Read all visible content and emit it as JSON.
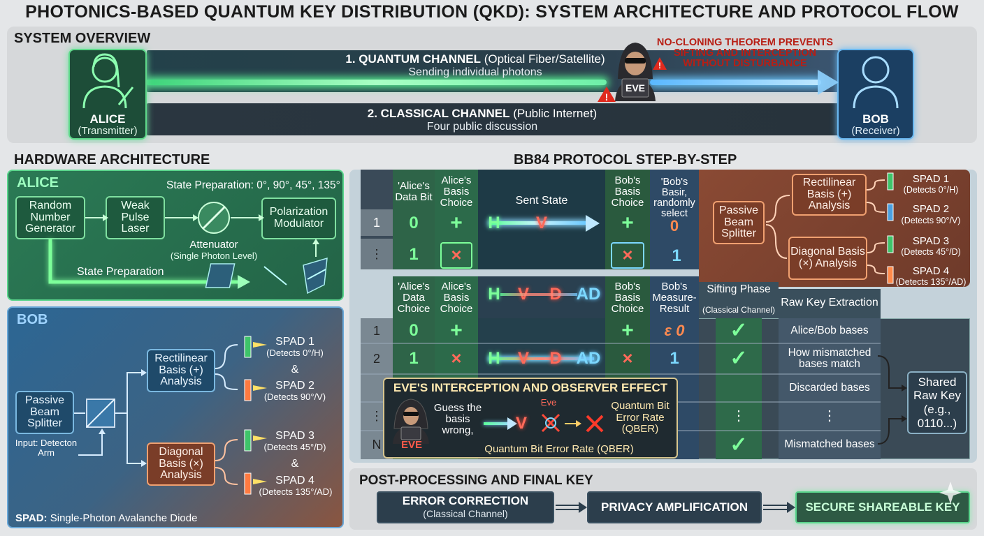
{
  "title": "PHOTONICS-BASED QUANTUM KEY DISTRIBUTION (QKD): SYSTEM ARCHITECTURE AND PROTOCOL FLOW",
  "overview": {
    "heading": "SYSTEM OVERVIEW",
    "alice_name": "ALICE",
    "alice_role": "(Transmitter)",
    "bob_name": "BOB",
    "bob_role": "(Receiver)",
    "quantum_channel_title": "1. QUANTUM CHANNEL",
    "quantum_channel_note": "(Optical Fiber/Satellite)",
    "quantum_channel_sub": "Sending individual photons",
    "classical_channel_title": "2. CLASSICAL CHANNEL",
    "classical_channel_note": "(Public Internet)",
    "classical_channel_sub": "Four public discussion",
    "eve_label": "EVE",
    "no_cloning": "NO-CLONING THEOREM PREVENTS SIFTING AND INTERCEPTION WITHOUT DISTURBANCE"
  },
  "hardware": {
    "heading": "HARDWARE ARCHITECTURE",
    "alice": {
      "label": "ALICE",
      "state_prep_title": "State Preparation: 0°, 90°, 45°, 135°",
      "rng": "Random Number Generator",
      "laser": "Weak Pulse Laser",
      "attenuator": "Attenuator",
      "attenuator_note": "(Single Photon Level)",
      "modulator": "Polarization Modulator",
      "state_prep": "State Preparation"
    },
    "bob": {
      "label": "BOB",
      "splitter": "Passive Beam Splitter",
      "input": "Input: Detecton Arm",
      "rect": "Rectilinear Basis (+) Analysis",
      "diag": "Diagonal Basis (×) Analysis",
      "spad1": "SPAD 1",
      "spad1_note": "(Detects 0°/H)",
      "spad2": "SPAD 2",
      "spad2_note": "(Detects 90°/V)",
      "spad3": "SPAD 3",
      "spad3_note": "(Detects 45°/D)",
      "spad4": "SPAD 4",
      "spad4_note": "(Detects 135°/AD)",
      "amp": "&",
      "legend_key": "SPAD:",
      "legend_text": "Single-Photon Avalanche Diode"
    }
  },
  "bb84": {
    "heading": "BB84 PROTOCOL STEP-BY-STEP",
    "top_headers": [
      "'Alice's Data Bit",
      "Alice's Basis Choice",
      "Sent State",
      "Bob's Basis Choice",
      "'Bob's Basir, randomly select"
    ],
    "top_row1": {
      "num": "1",
      "bit": "0",
      "basis": "+",
      "s1": "H",
      "s2": "V",
      "bob_basis": "+",
      "bob_bit": "0"
    },
    "top_row2": {
      "num": "⋮",
      "bit": "1",
      "basis": "×",
      "bob_basis": "×",
      "bob_bit": "1"
    },
    "mid_headers": [
      "'Alice's Data Choice",
      "Alice's Basis Choice",
      "Bob's Basis Choice",
      "Bob's Measure-Result",
      "Sifting Phase",
      "(Classical Channel)",
      "Raw Key Extraction"
    ],
    "mid_states": [
      "H",
      "V",
      "D",
      "AD"
    ],
    "rows": [
      {
        "num": "1",
        "bit": "0",
        "basis": "+",
        "bob_basis": "+",
        "result": "ε 0",
        "check": "✓",
        "raw": "Alice/Bob bases"
      },
      {
        "num": "2",
        "bit": "1",
        "basis": "×",
        "bob_basis": "×",
        "result": "1",
        "check": "✓",
        "raw": "How mismatched bases match"
      },
      {
        "num": "",
        "raw": "Discarded bases"
      },
      {
        "num": "⋮",
        "sift": "⋮",
        "raw": "⋮"
      },
      {
        "num": "N",
        "check": "✓",
        "raw": "Mismatched bases"
      }
    ],
    "row2_states": [
      "H",
      "V",
      "D",
      "AD"
    ],
    "shared_key": "Shared Raw Key (e.g., 0110...)",
    "right_splitter": "Passive Beam Splitter",
    "right_rect": "Rectilinear Basis (+) Analysis",
    "right_diag": "Diagonal Basis (×) Analysis",
    "right_spads": [
      {
        "name": "SPAD 1",
        "note": "(Detects 0°/H)"
      },
      {
        "name": "SPAD 2",
        "note": "(Detects 90°/V)"
      },
      {
        "name": "SPAD 3",
        "note": "(Detects 45°/D)"
      },
      {
        "name": "SPAD 4",
        "note": "(Detects 135°/AD)"
      }
    ],
    "eve_box": {
      "title": "EVE'S INTERCEPTION AND OBSERVER EFFECT",
      "guess": "Guess the basis wrong,",
      "eve_small": "Eve",
      "state": "V",
      "qber_right": "Quantum Bit Error Rate (QBER)",
      "qber_bottom": "Quantum Bit Error Rate (QBER)",
      "eve_label": "EVE"
    }
  },
  "post": {
    "heading": "POST-PROCESSING AND FINAL KEY",
    "step1": "ERROR CORRECTION",
    "step1_note": "(Classical Channel)",
    "step2": "PRIVACY AMPLIFICATION",
    "step3": "SECURE SHAREABLE KEY"
  },
  "colors": {
    "alice_green": "#2e8a5c",
    "bob_blue": "#2f6a96",
    "bob_orange": "#a04a2c",
    "quantum_beam": "#7dff9a",
    "eve_red": "#d9261c"
  }
}
